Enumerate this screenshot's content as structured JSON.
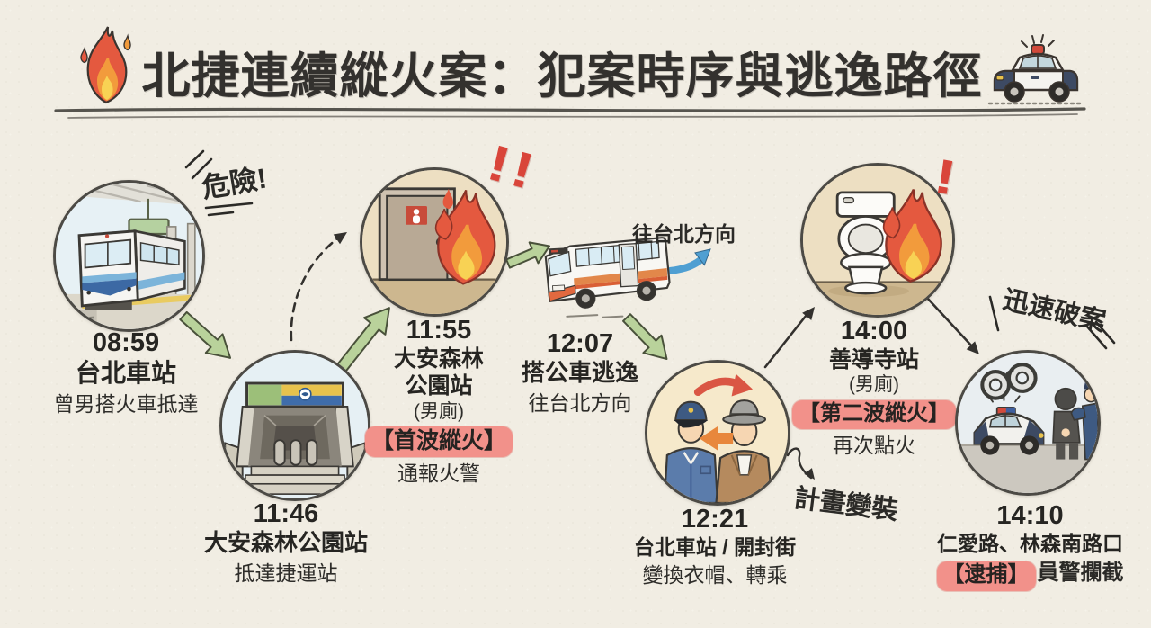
{
  "title": {
    "text": "北捷連續縱火案：犯案時序與逃逸路徑"
  },
  "icons": {
    "left": "flame-icon",
    "right": "police-car-icon"
  },
  "annotations": {
    "danger": "危險!",
    "to_taipei_direction": "往台北方向",
    "double_exclamation": "!!",
    "single_exclamation": "!",
    "plan_disguise": "計畫變裝",
    "quick_solve": "迅速破案"
  },
  "steps": [
    {
      "id": "taipei-main-station-arrival",
      "time": "08:59",
      "place": "台北車站",
      "desc": "曾男搭火車抵達",
      "illustration": "train-at-platform"
    },
    {
      "id": "daan-park-station-arrival",
      "time": "11:46",
      "place": "大安森林公園站",
      "desc": "抵達捷運站",
      "illustration": "mrt-station-entrance"
    },
    {
      "id": "first-arson",
      "time": "11:55",
      "place_line1": "大安森林",
      "place_line2": "公園站",
      "sub": "(男廁)",
      "tag": "【首波縱火】",
      "desc": "通報火警",
      "illustration": "burning-restroom-door"
    },
    {
      "id": "bus-escape",
      "time": "12:07",
      "place": "搭公車逃逸",
      "desc": "往台北方向",
      "illustration": "city-bus"
    },
    {
      "id": "disguise-change",
      "time": "12:21",
      "place": "台北車站 / 開封街",
      "desc": "變換衣帽、轉乘",
      "illustration": "disguise-swap"
    },
    {
      "id": "second-arson",
      "time": "14:00",
      "place": "善導寺站",
      "sub": "(男廁)",
      "tag": "【第二波縱火】",
      "desc": "再次點火",
      "illustration": "burning-toilet"
    },
    {
      "id": "arrest",
      "time": "14:10",
      "place": "仁愛路、林森南路口",
      "tag": "【逮捕】",
      "desc": "員警攔截",
      "illustration": "arrest-scene"
    }
  ],
  "colors": {
    "background": "#f1ede3",
    "ink": "#33312e",
    "arrow_green": "#b9d29b",
    "arrow_blue": "#4f9fd2",
    "highlight_red": "#f2918a",
    "exclaim_red": "#d9453a"
  }
}
